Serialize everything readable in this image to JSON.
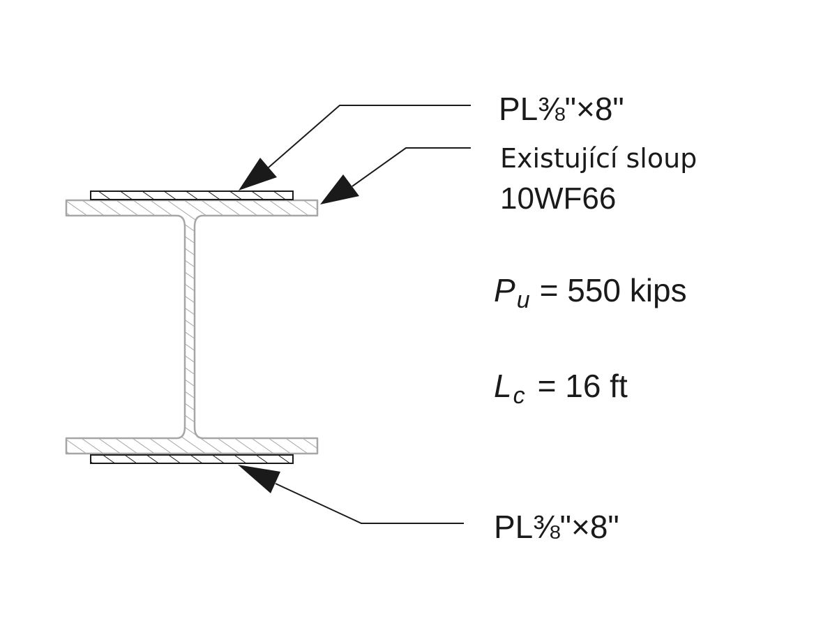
{
  "labels": {
    "top_plate": "PL⅜\"×8\"",
    "column_caption": "Existující sloup",
    "section": "10WF66",
    "bottom_plate": "PL⅜\"×8\""
  },
  "loads": {
    "axial_symbol": "P",
    "axial_subscript": "u",
    "axial_value": "= 550 kips",
    "length_symbol": "L",
    "length_subscript": "c",
    "length_value": "= 16 ft"
  },
  "colors": {
    "section_outline": "#a6a6a6",
    "plate_outline": "#1a1a1a",
    "leader": "#1a1a1a"
  }
}
